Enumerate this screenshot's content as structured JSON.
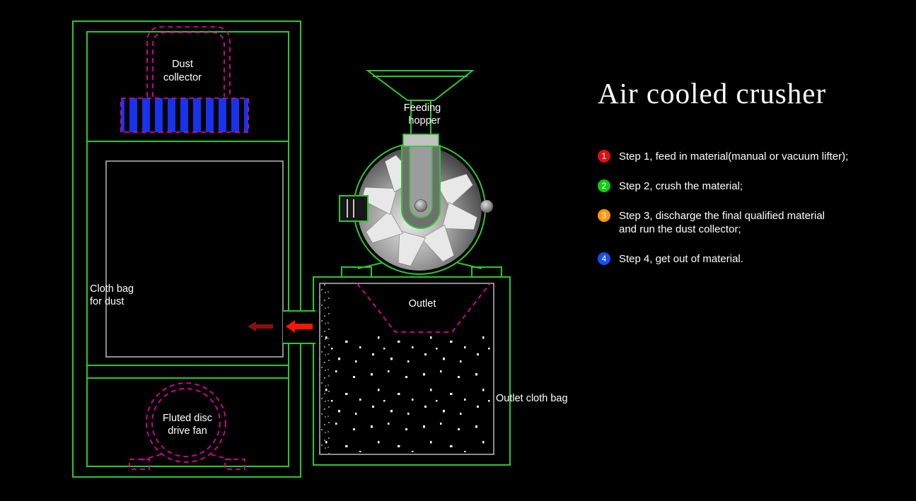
{
  "title": "Air cooled crusher",
  "diagram": {
    "labels": {
      "dust_collector": [
        "Dust",
        "collector"
      ],
      "feeding_hopper": [
        "Feeding",
        "hopper"
      ],
      "cloth_bag": [
        "Cloth bag",
        "for dust"
      ],
      "fan": [
        "Fluted disc",
        "drive fan"
      ],
      "outlet": "Outlet",
      "outlet_cloth_bag": "Outlet cloth bag"
    }
  },
  "steps": [
    {
      "num": "1",
      "color": "#e01010",
      "lines": [
        "Step 1, feed in material(manual or vacuum lifter);"
      ]
    },
    {
      "num": "2",
      "color": "#12cc12",
      "lines": [
        "Step 2, crush the material;"
      ]
    },
    {
      "num": "3",
      "color": "#ff9900",
      "lines": [
        "Step 3, discharge the final qualified material",
        "and run the dust collector;"
      ]
    },
    {
      "num": "4",
      "color": "#1550ee",
      "lines": [
        "Step 4, get out of material."
      ]
    }
  ],
  "colors": {
    "background": "#000000",
    "machine_outline": "#2bc82b",
    "dashed_outline": "#e0009c",
    "filter_bar": "#1733ee",
    "arrow_bright": "#ff1400",
    "arrow_dark": "#8a1010",
    "text": "#ffffff"
  }
}
